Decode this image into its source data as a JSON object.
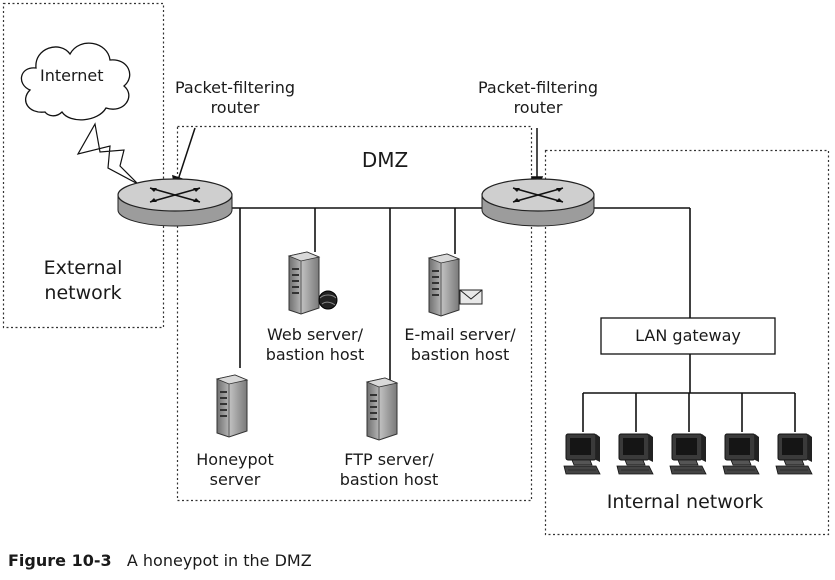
{
  "labels": {
    "internet": "Internet",
    "external_line1": "External",
    "external_line2": "network",
    "router_left_line1": "Packet-filtering",
    "router_left_line2": "router",
    "router_right_line1": "Packet-filtering",
    "router_right_line2": "router",
    "dmz": "DMZ",
    "web_server_line1": "Web server/",
    "web_server_line2": "bastion host",
    "email_server_line1": "E-mail server/",
    "email_server_line2": "bastion host",
    "honeypot_line1": "Honeypot",
    "honeypot_line2": "server",
    "ftp_server_line1": "FTP server/",
    "ftp_server_line2": "bastion host",
    "lan_gateway": "LAN gateway",
    "internal_network": "Internal network"
  },
  "caption": {
    "figure": "Figure 10-3",
    "text": "A honeypot in the DMZ"
  },
  "icons": {
    "router": "router-icon",
    "server": "server-tower-icon",
    "workstation": "desktop-computer-icon",
    "cloud": "cloud-icon",
    "link": "lightning-bolt-icon"
  },
  "colors": {
    "line": "#111111",
    "router_fill": "#c8c8c8",
    "server_fill": "#9a9a9a"
  }
}
